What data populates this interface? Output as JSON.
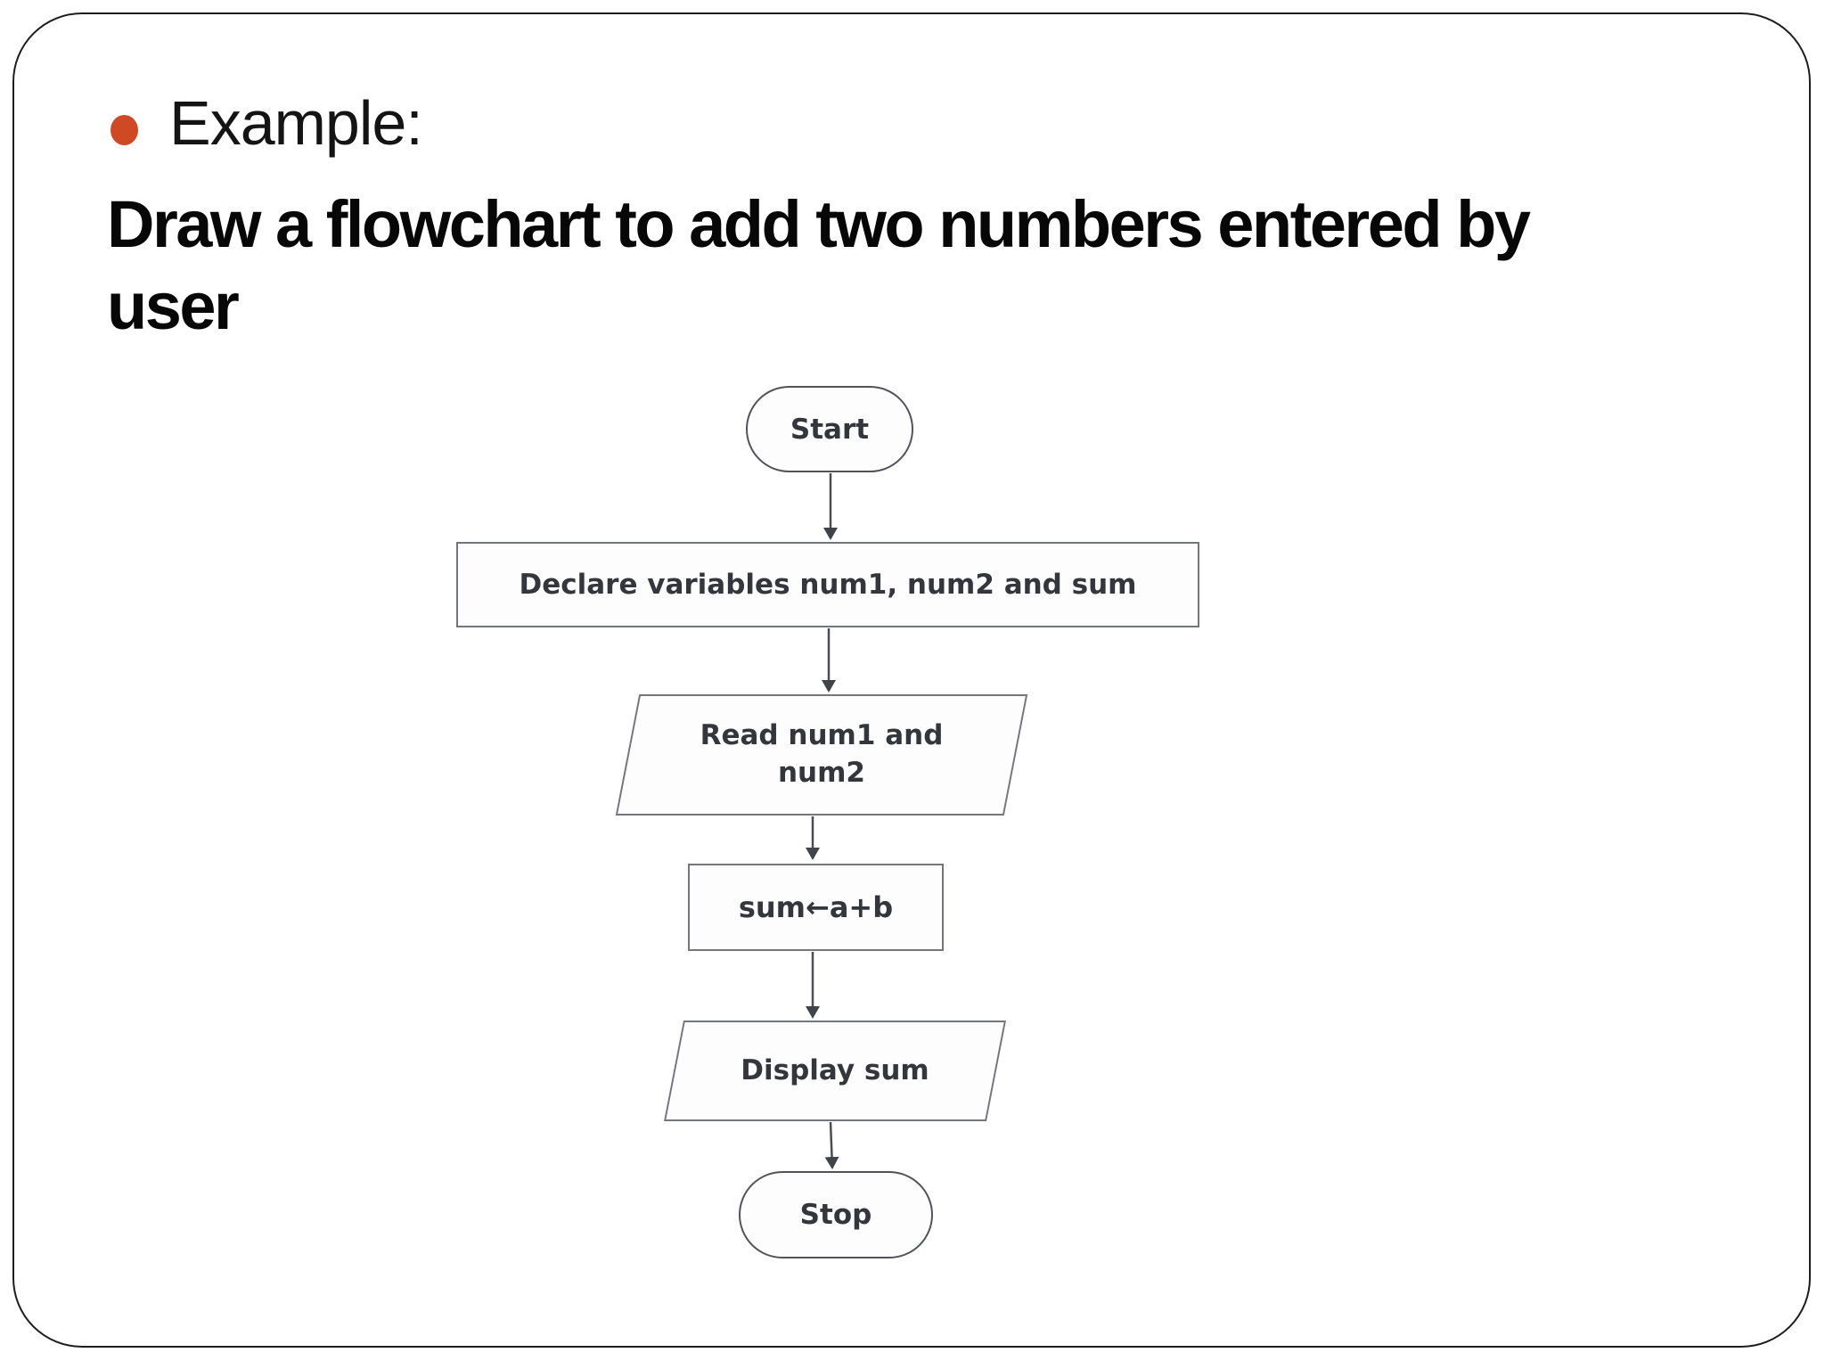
{
  "slide": {
    "bullet": {
      "label": "Example:",
      "marker_color": "#cf4a24"
    },
    "heading": "Draw a flowchart to add two numbers entered by\nuser"
  },
  "flowchart": {
    "nodes": [
      {
        "id": "start",
        "shape": "terminator",
        "label": "Start"
      },
      {
        "id": "declare",
        "shape": "process",
        "label": "Declare variables num1, num2 and sum"
      },
      {
        "id": "read",
        "shape": "input-output",
        "label": "Read num1 and num2"
      },
      {
        "id": "assign",
        "shape": "process",
        "label": "sum←a+b"
      },
      {
        "id": "display",
        "shape": "input-output",
        "label": "Display sum"
      },
      {
        "id": "stop",
        "shape": "terminator",
        "label": "Stop"
      }
    ],
    "edges": [
      {
        "from": "start",
        "to": "declare"
      },
      {
        "from": "declare",
        "to": "read"
      },
      {
        "from": "read",
        "to": "assign"
      },
      {
        "from": "assign",
        "to": "display"
      },
      {
        "from": "display",
        "to": "stop"
      }
    ],
    "colors": {
      "node_border": "#73777d",
      "node_text": "#33373d",
      "arrow": "#4a4e54"
    }
  }
}
